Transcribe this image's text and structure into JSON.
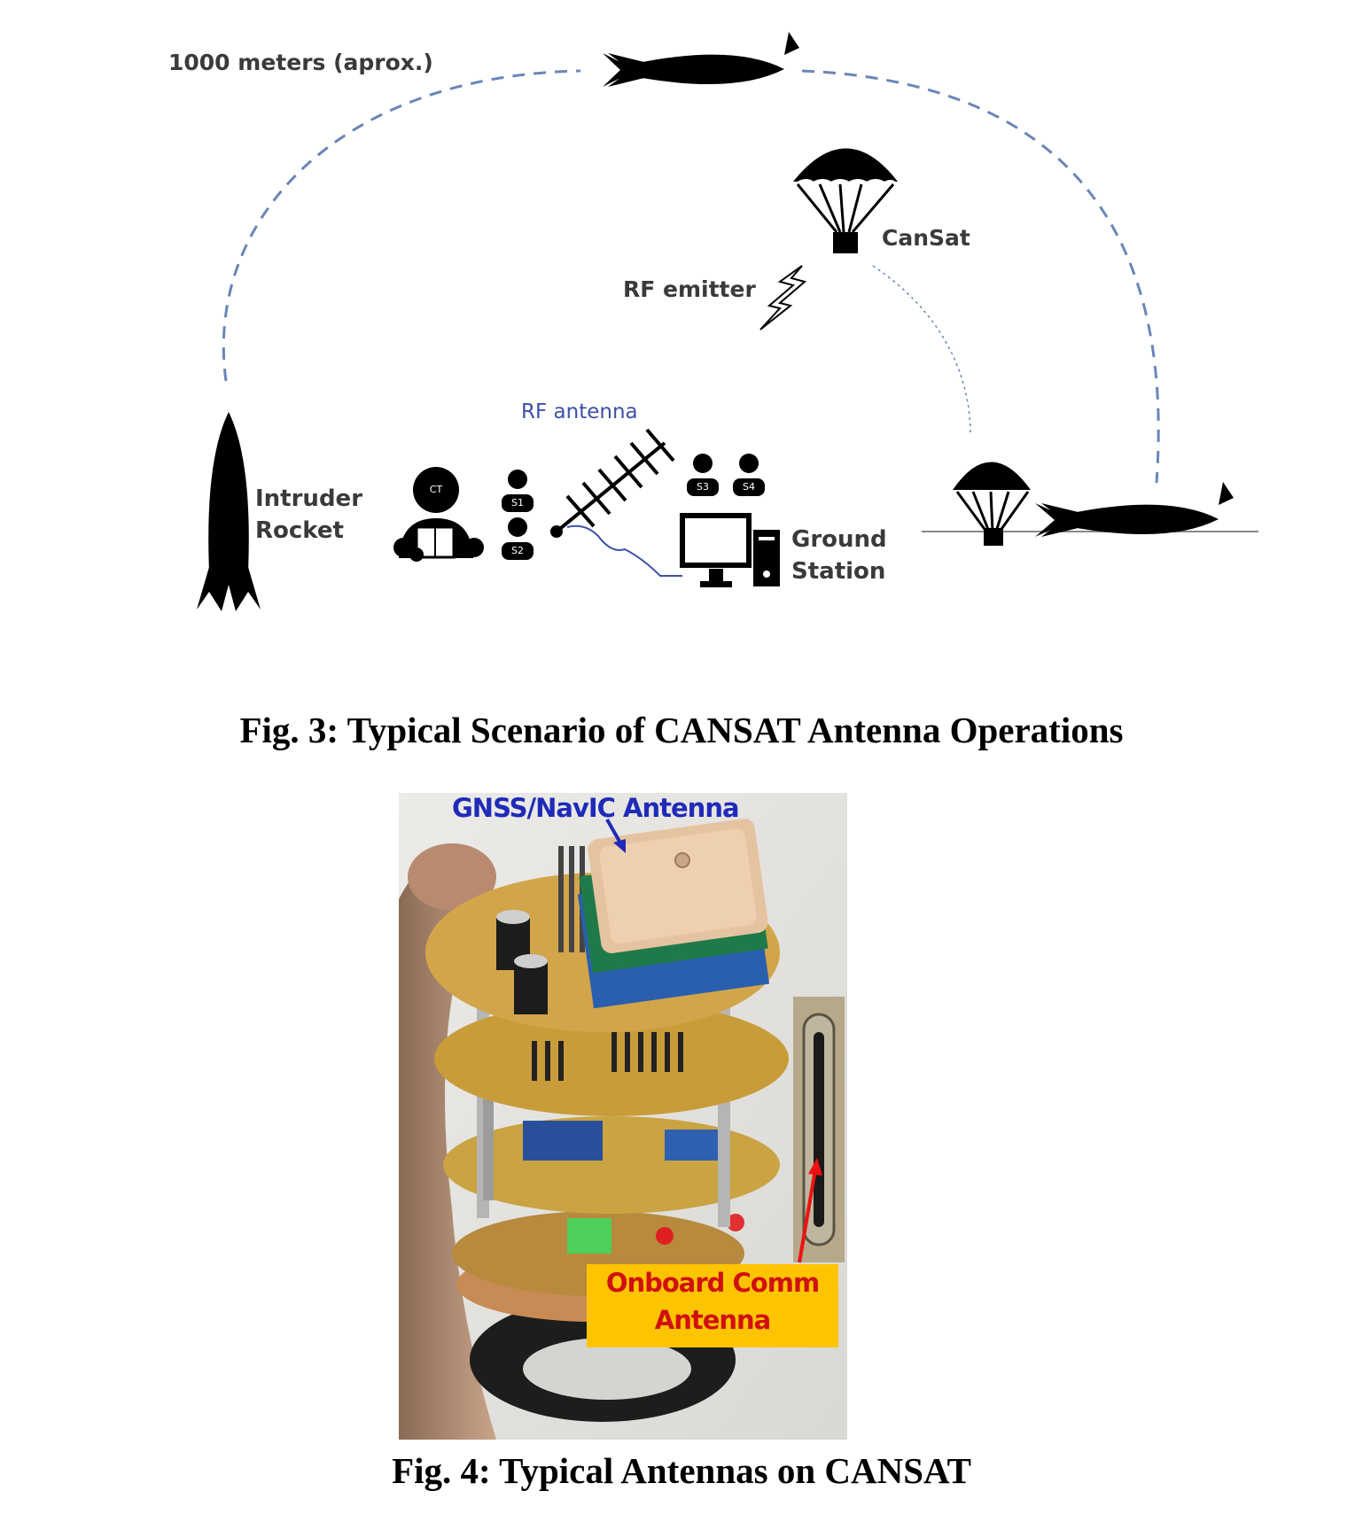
{
  "figure3": {
    "labels": {
      "distance": "1000 meters (aprox.)",
      "cansat": "CanSat",
      "rf_emitter": "RF emitter",
      "rf_antenna": "RF antenna",
      "intruder_line1": "Intruder",
      "intruder_line2": "Rocket",
      "ground_line1": "Ground",
      "ground_line2": "Station"
    },
    "badges": {
      "ct": "CT",
      "s1": "S1",
      "s2": "S2",
      "s3": "S3",
      "s4": "S4"
    },
    "caption": "Fig. 3: Typical Scenario of CANSAT Antenna Operations"
  },
  "figure4": {
    "gnss_label": "GNSS/NavIC Antenna",
    "comm_label_line1": "Onboard Comm",
    "comm_label_line2": "Antenna",
    "caption": "Fig. 4: Typical Antennas on CANSAT"
  },
  "colors": {
    "arc": "#6a86b8",
    "icon": "#000000",
    "gnss_text": "#1f2bb8",
    "comm_text": "#d01010",
    "comm_box": "#ffc400"
  }
}
